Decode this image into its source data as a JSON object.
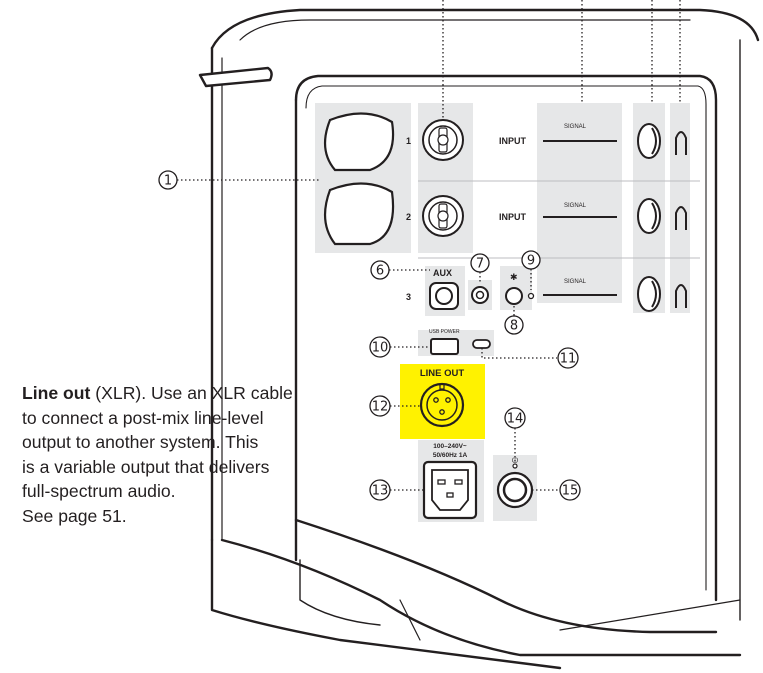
{
  "callouts": [
    "1",
    "6",
    "7",
    "8",
    "9",
    "10",
    "11",
    "12",
    "13",
    "14",
    "15"
  ],
  "channels": {
    "ch1": "1",
    "ch2": "2",
    "ch3": "3",
    "input_label": "INPUT",
    "signal_label": "SIGNAL",
    "aux_label": "AUX"
  },
  "panel": {
    "usb_power": "USB POWER",
    "line_out": "LINE OUT",
    "power_rating_line1": "100–240V~",
    "power_rating_line2": "50/60Hz 1A",
    "bluetooth_symbol": "✱",
    "power_symbol": "⏻"
  },
  "description": {
    "title": "Line out",
    "title_suffix": " (XLR). Use an XLR cable",
    "line2": "to connect a post-mix line-level",
    "line3": "output to another system. This",
    "line4": "is a variable output that delivers",
    "line5": "full-spectrum audio.",
    "line6": "See page 51."
  },
  "colors": {
    "highlight": "#fff200",
    "line": "#231f20",
    "panel_gray": "#e6e7e8"
  }
}
